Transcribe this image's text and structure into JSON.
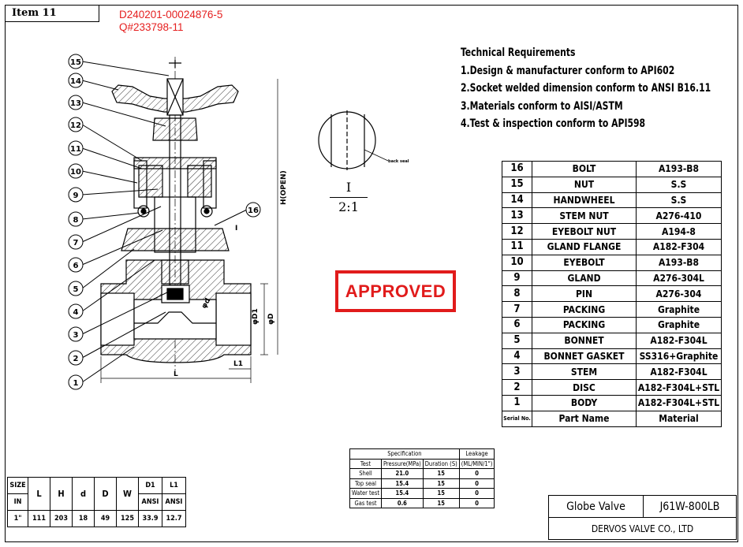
{
  "header": {
    "item": "Item 11",
    "ref_line1": "D240201-00024876-5",
    "ref_line2": "Q#233798-11"
  },
  "stamp": {
    "text": "APPROVED",
    "color": "#e11b1b"
  },
  "technical_requirements": {
    "title": "Technical Requirements",
    "items": [
      "1.Design & manufacturer conform to API602",
      "2.Socket welded dimension conform to ANSI B16.11",
      "3.Materials conform to AISI/ASTM",
      "4.Test & inspection conform to API598"
    ]
  },
  "detail": {
    "mark": "I",
    "scale": "2:1",
    "note": "back seal"
  },
  "drawing": {
    "callouts": [
      "15",
      "14",
      "13",
      "12",
      "11",
      "10",
      "9",
      "8",
      "7",
      "6",
      "5",
      "4",
      "3",
      "2",
      "1",
      "16"
    ],
    "dims": {
      "L": "L",
      "L1": "L1",
      "H": "H(OPEN)",
      "d": "φd",
      "D1": "φD1",
      "D": "φD",
      "I": "I"
    }
  },
  "parts_list": {
    "rows": [
      {
        "no": "16",
        "name": "BOLT",
        "material": "A193-B8"
      },
      {
        "no": "15",
        "name": "NUT",
        "material": "S.S"
      },
      {
        "no": "14",
        "name": "HANDWHEEL",
        "material": "S.S"
      },
      {
        "no": "13",
        "name": "STEM NUT",
        "material": "A276-410"
      },
      {
        "no": "12",
        "name": "EYEBOLT NUT",
        "material": "A194-8"
      },
      {
        "no": "11",
        "name": "GLAND FLANGE",
        "material": "A182-F304"
      },
      {
        "no": "10",
        "name": "EYEBOLT",
        "material": "A193-B8"
      },
      {
        "no": "9",
        "name": "GLAND",
        "material": "A276-304L"
      },
      {
        "no": "8",
        "name": "PIN",
        "material": "A276-304"
      },
      {
        "no": "7",
        "name": "PACKING",
        "material": "Graphite"
      },
      {
        "no": "6",
        "name": "PACKING",
        "material": "Graphite"
      },
      {
        "no": "5",
        "name": "BONNET",
        "material": "A182-F304L"
      },
      {
        "no": "4",
        "name": "BONNET GASKET",
        "material": "SS316+Graphite"
      },
      {
        "no": "3",
        "name": "STEM",
        "material": "A182-F304L"
      },
      {
        "no": "2",
        "name": "DISC",
        "material": "A182-F304L+STL"
      },
      {
        "no": "1",
        "name": "BODY",
        "material": "A182-F304L+STL"
      }
    ],
    "header": {
      "no": "Serial No.",
      "name": "Part Name",
      "material": "Material"
    }
  },
  "specification": {
    "group_title": "Specification",
    "leakage_title": "Leakage",
    "columns": [
      "Test",
      "Pressure(MPa)",
      "Duration (S)",
      "(ML/MIN/1\")"
    ],
    "rows": [
      {
        "test": "Shell",
        "pressure": "21.0",
        "duration": "15",
        "leakage": "0"
      },
      {
        "test": "Top seal",
        "pressure": "15.4",
        "duration": "15",
        "leakage": "0"
      },
      {
        "test": "Water test",
        "pressure": "15.4",
        "duration": "15",
        "leakage": "0"
      },
      {
        "test": "Gas test",
        "pressure": "0.6",
        "duration": "15",
        "leakage": "0"
      }
    ]
  },
  "size_table": {
    "size_label": "SIZE",
    "in_label": "IN",
    "cols": [
      "L",
      "H",
      "d",
      "D",
      "W"
    ],
    "d1": "D1",
    "l1": "L1",
    "ansi": "ANSI",
    "values": [
      "1\"",
      "111",
      "203",
      "18",
      "49",
      "125",
      "33.9",
      "12.7"
    ]
  },
  "title_block": {
    "name": "Globe Valve",
    "model": "J61W-800LB",
    "company": "DERVOS VALVE CO., LTD"
  }
}
